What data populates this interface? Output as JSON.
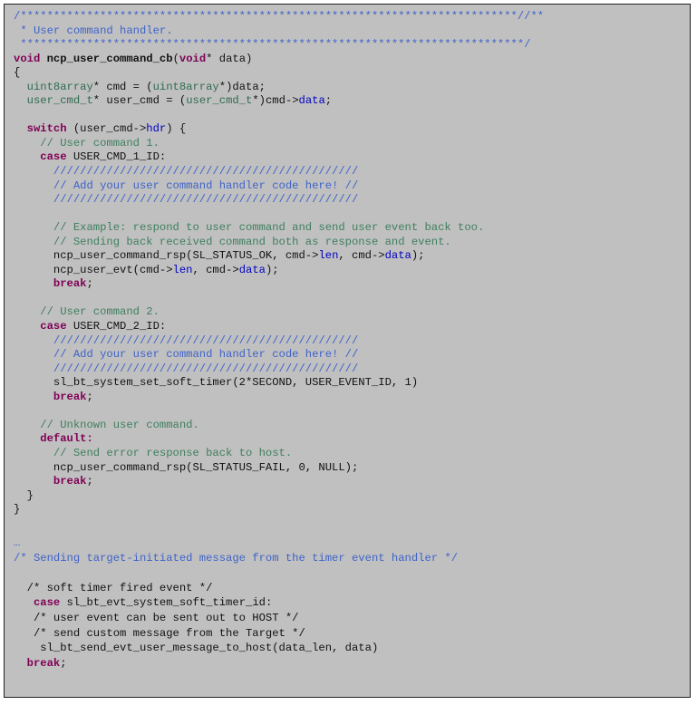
{
  "colors": {
    "keyword": "#7f0055",
    "type": "#2f6b4f",
    "field": "#0000c0",
    "doc_comment": "#3f63c8",
    "line_comment": "#3f7f5f",
    "background": "#c0c0c0"
  },
  "code_block": [
    [
      [
        "/***************************************************************************//**",
        "c"
      ]
    ],
    [
      [
        " * User command handler.",
        "c"
      ]
    ],
    [
      [
        " ****************************************************************************/",
        "c"
      ]
    ],
    [
      [
        "void",
        "k"
      ],
      [
        " "
      ],
      [
        "ncp_user_command_cb",
        "n"
      ],
      [
        "("
      ],
      [
        "void",
        "k"
      ],
      [
        "* data)"
      ]
    ],
    [
      [
        "{"
      ]
    ],
    [
      [
        "  "
      ],
      [
        "uint8array",
        "t"
      ],
      [
        "* cmd = ("
      ],
      [
        "uint8array",
        "t"
      ],
      [
        "*)data;"
      ]
    ],
    [
      [
        "  "
      ],
      [
        "user_cmd_t",
        "t"
      ],
      [
        "* user_cmd = ("
      ],
      [
        "user_cmd_t",
        "t"
      ],
      [
        "*)cmd->"
      ],
      [
        "data",
        "f"
      ],
      [
        ";"
      ]
    ],
    [
      [
        ""
      ]
    ],
    [
      [
        "  "
      ],
      [
        "switch",
        "k"
      ],
      [
        " (user_cmd->"
      ],
      [
        "hdr",
        "f"
      ],
      [
        ") {"
      ]
    ],
    [
      [
        "    // User command 1.",
        "g"
      ]
    ],
    [
      [
        "    "
      ],
      [
        "case",
        "k"
      ],
      [
        " USER_CMD_1_ID:"
      ]
    ],
    [
      [
        "      //////////////////////////////////////////////",
        "c"
      ]
    ],
    [
      [
        "      // Add your user command handler code here! //",
        "c"
      ]
    ],
    [
      [
        "      //////////////////////////////////////////////",
        "c"
      ]
    ],
    [
      [
        ""
      ]
    ],
    [
      [
        "      // Example: respond to user command and send user event back too.",
        "g"
      ]
    ],
    [
      [
        "      // Sending back received command both as response and event.",
        "g"
      ]
    ],
    [
      [
        "      ncp_user_command_rsp(SL_STATUS_OK, cmd->"
      ],
      [
        "len",
        "f"
      ],
      [
        ", cmd->"
      ],
      [
        "data",
        "f"
      ],
      [
        ");"
      ]
    ],
    [
      [
        "      ncp_user_evt(cmd->"
      ],
      [
        "len",
        "f"
      ],
      [
        ", cmd->"
      ],
      [
        "data",
        "f"
      ],
      [
        ");"
      ]
    ],
    [
      [
        "      "
      ],
      [
        "break",
        "k"
      ],
      [
        ";"
      ]
    ],
    [
      [
        ""
      ]
    ],
    [
      [
        "    // User command 2.",
        "g"
      ]
    ],
    [
      [
        "    "
      ],
      [
        "case",
        "k"
      ],
      [
        " USER_CMD_2_ID:"
      ]
    ],
    [
      [
        "      //////////////////////////////////////////////",
        "c"
      ]
    ],
    [
      [
        "      // Add your user command handler code here! //",
        "c"
      ]
    ],
    [
      [
        "      //////////////////////////////////////////////",
        "c"
      ]
    ],
    [
      [
        "      sl_bt_system_set_soft_timer(2*SECOND, USER_EVENT_ID, 1)"
      ]
    ],
    [
      [
        "      "
      ],
      [
        "break",
        "k"
      ],
      [
        ";"
      ]
    ],
    [
      [
        ""
      ]
    ],
    [
      [
        "    // Unknown user command.",
        "g"
      ]
    ],
    [
      [
        "    "
      ],
      [
        "default:",
        "k"
      ]
    ],
    [
      [
        "      // Send error response back to host.",
        "g"
      ]
    ],
    [
      [
        "      ncp_user_command_rsp(SL_STATUS_FAIL, 0, NULL);"
      ]
    ],
    [
      [
        "      "
      ],
      [
        "break",
        "k"
      ],
      [
        ";"
      ]
    ],
    [
      [
        "  }"
      ]
    ],
    [
      [
        "}"
      ]
    ]
  ],
  "code_block_2": [
    [
      [
        "…",
        "c"
      ]
    ],
    [
      [
        "/* Sending target-initiated message from the timer event handler */",
        "c"
      ]
    ],
    [
      [
        ""
      ]
    ],
    [
      [
        "  /* soft timer fired event */"
      ]
    ],
    [
      [
        "   "
      ],
      [
        "case",
        "k"
      ],
      [
        " sl_bt_evt_system_soft_timer_id:"
      ]
    ],
    [
      [
        "   /* user event can be sent out to HOST */"
      ]
    ],
    [
      [
        "   /* send custom message from the Target */"
      ]
    ],
    [
      [
        "    sl_bt_send_evt_user_message_to_host(data_len, data)"
      ]
    ],
    [
      [
        "  "
      ],
      [
        "break",
        "k"
      ],
      [
        ";"
      ]
    ]
  ]
}
